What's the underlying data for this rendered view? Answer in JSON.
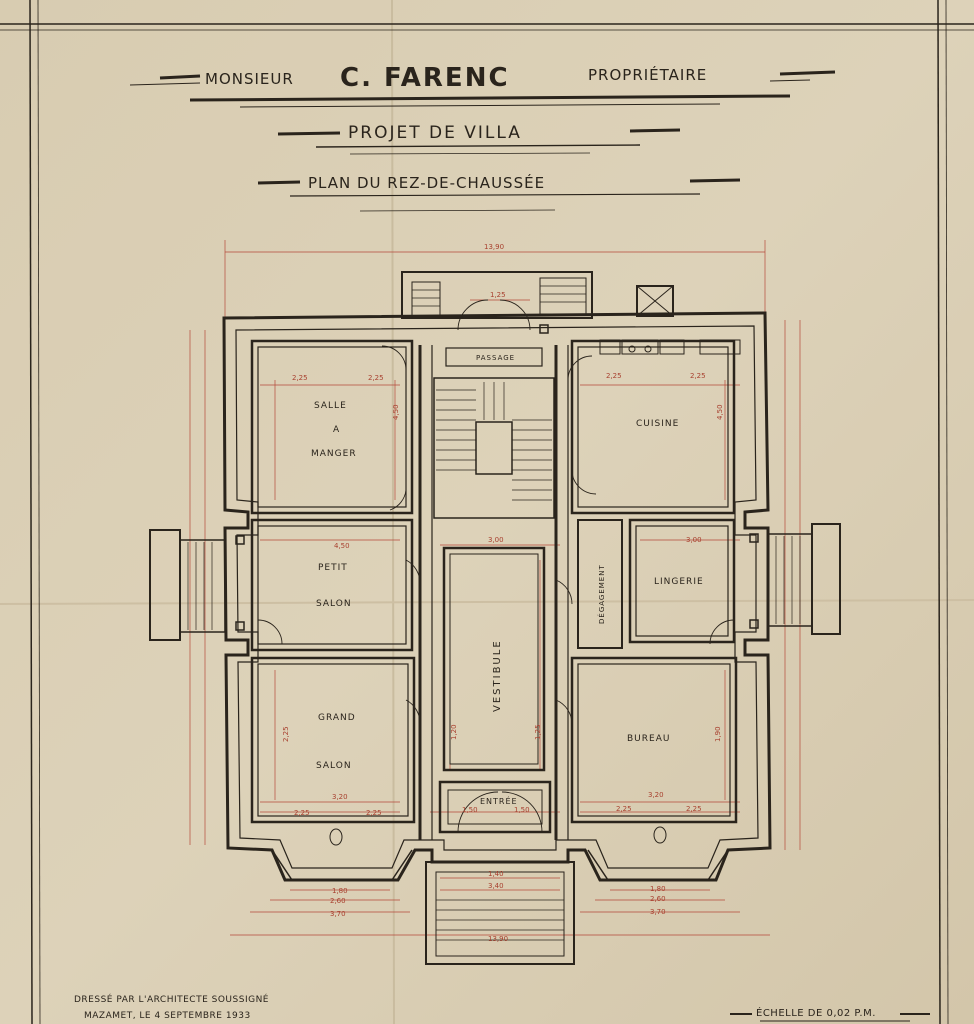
{
  "header": {
    "monsieur": "MONSIEUR",
    "owner_name": "C. FARENC",
    "owner_role": "PROPRIÉTAIRE",
    "project": "PROJET DE VILLA",
    "plan": "PLAN DU REZ-DE-CHAUSSÉE"
  },
  "rooms": {
    "salle_a_manger": [
      "SALLE",
      "A",
      "MANGER"
    ],
    "cuisine": "CUISINE",
    "petit_salon": [
      "PETIT",
      "SALON"
    ],
    "lingerie": "LINGERIE",
    "degagement": "DÉGAGEMENT",
    "vestibule": "VESTIBULE",
    "grand_salon": [
      "GRAND",
      "SALON"
    ],
    "bureau": "BUREAU",
    "passage": "PASSAGE",
    "entree": "ENTRÉE"
  },
  "dimensions": {
    "overall_top": "13,90",
    "overall_bottom": "13,90",
    "stair_top": "1,25",
    "vest_width": "3,00",
    "ling_width": "3,00",
    "petit_width": "4,50",
    "sam_h": "4,50",
    "cuisine_h": "4,50",
    "sam_w1": "2,25",
    "sam_w2": "2,25",
    "cui_w1": "2,25",
    "cui_w2": "2,25",
    "gs_w": "3,20",
    "gs_w1": "2,25",
    "gs_w2": "2,25",
    "bur_w": "3,20",
    "bur_w1": "2,25",
    "bur_w2": "2,25",
    "bay1": "1,80",
    "bay2": "2,60",
    "bay3": "3,70",
    "bay1r": "1,80",
    "bay2r": "2,60",
    "bay3r": "3,70",
    "ent_w": "1,40",
    "ent_w2": "3,40",
    "ent_a": "1,50",
    "ent_b": "1,50",
    "gs_h": "2,25",
    "bur_h": "1,90",
    "vest_h": "1,20",
    "vest_h2": "1,25"
  },
  "footer": {
    "line1": "DRESSÉ PAR L'ARCHITECTE SOUSSIGNÉ",
    "line2": "MAZAMET, LE 4 SEPTEMBRE 1933",
    "scale": "ÉCHELLE DE 0,02 P.M."
  },
  "colors": {
    "paper": "#d9cdb2",
    "ink": "#2a241c",
    "dimension_red": "#b5493a"
  }
}
